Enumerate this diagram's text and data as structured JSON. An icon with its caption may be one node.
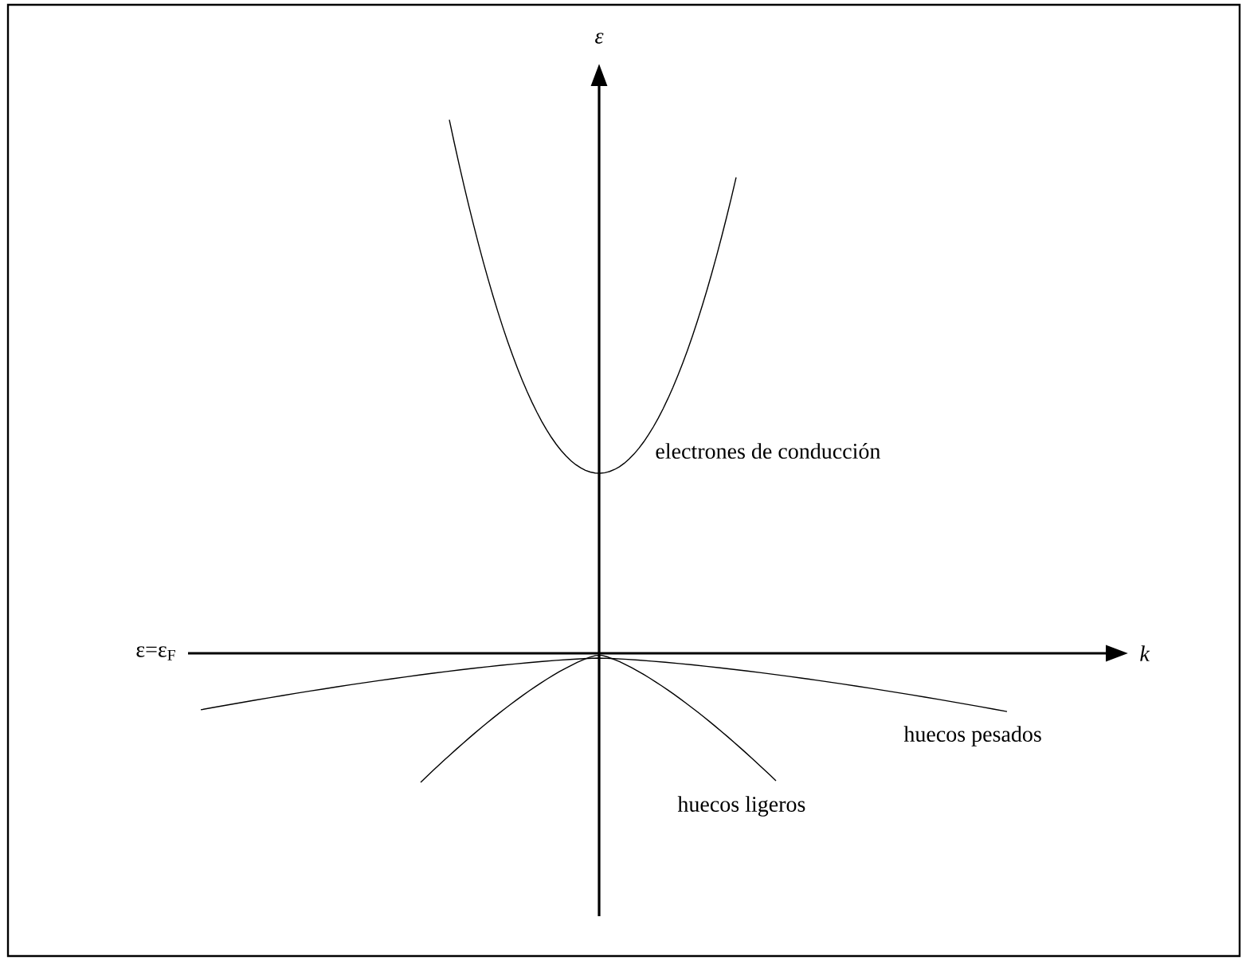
{
  "diagram": {
    "labels": [
      "ε",
      "electrones de conducción",
      "ε=ε$_{F}$",
      "k",
      "huecos pesados",
      "huecos ligeros"
    ]
  }
}
